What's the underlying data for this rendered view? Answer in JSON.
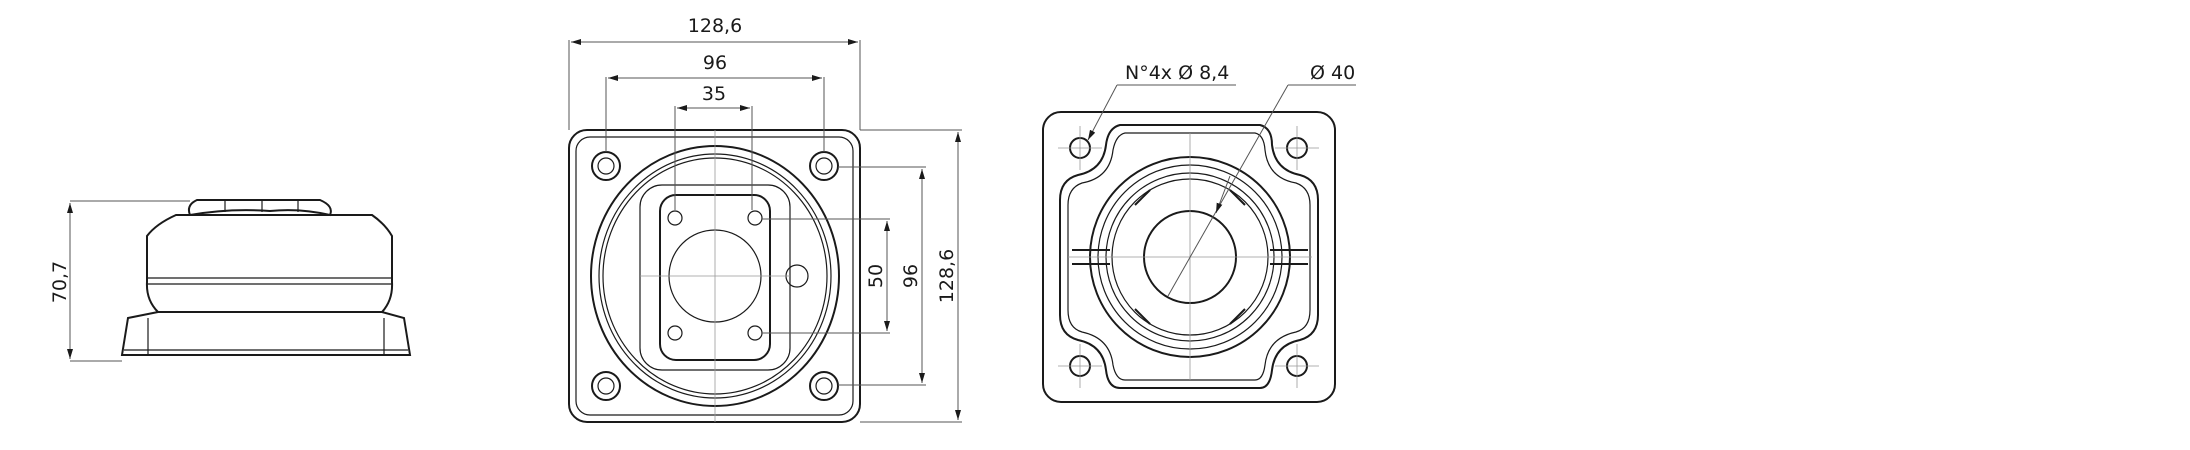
{
  "side_view": {
    "height_label": "70,7"
  },
  "front_view": {
    "width_overall": "128,6",
    "width_holes": "96",
    "width_inner": "35",
    "height_inner": "50",
    "height_holes": "96",
    "height_overall": "128,6"
  },
  "top_view": {
    "holes_label": "N°4x Ø 8,4",
    "bore_label": "Ø 40"
  }
}
